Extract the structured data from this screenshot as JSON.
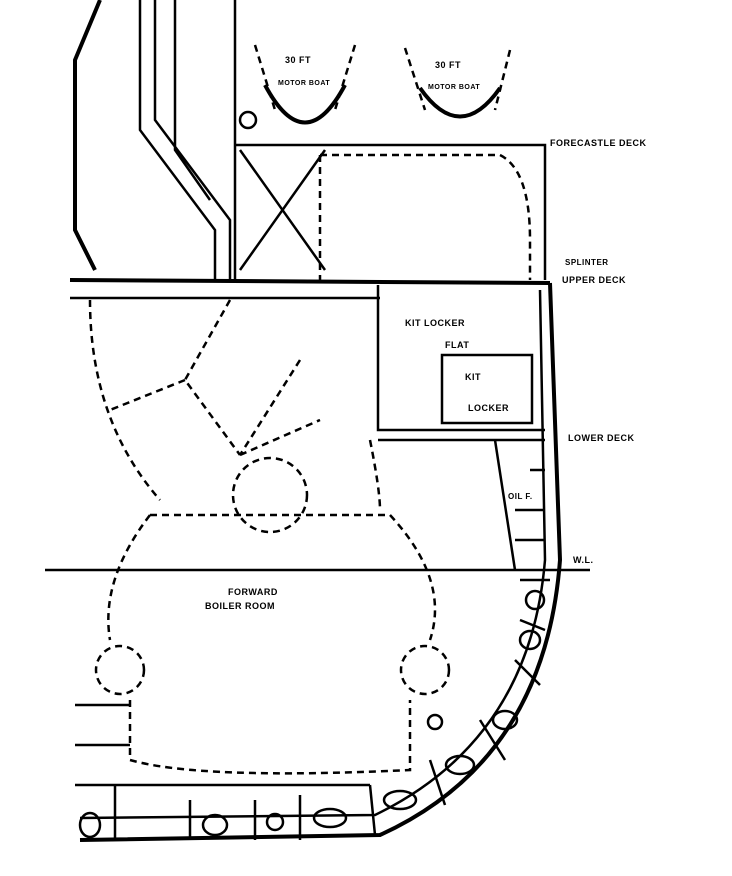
{
  "labels": {
    "boat1": "30 FT",
    "boat1_sub": "MOTOR BOAT",
    "boat2": "30 FT",
    "boat2_sub": "MOTOR BOAT",
    "forecastle_deck": "FORECASTLE DECK",
    "splinter": "SPLINTER",
    "upper_deck": "UPPER DECK",
    "kit_locker_flat": "KIT LOCKER",
    "kit_locker_flat2": "FLAT",
    "kit": "KIT",
    "locker": "LOCKER",
    "lower_deck": "LOWER DECK",
    "oil_fuel": "OIL F.",
    "waterline": "W.L.",
    "boiler_room_1": "FORWARD",
    "boiler_room_2": "BOILER ROOM"
  }
}
